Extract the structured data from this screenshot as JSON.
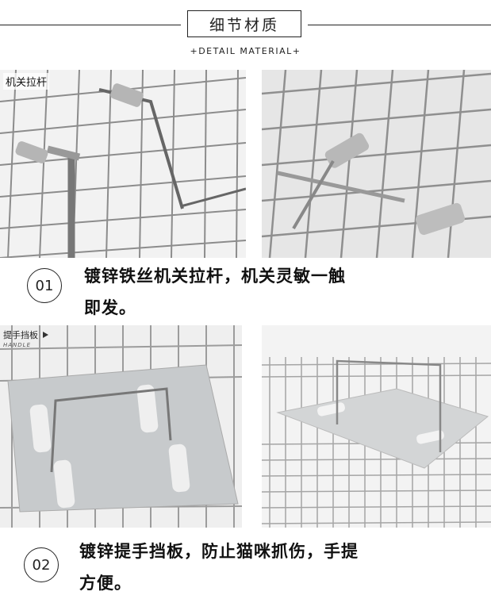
{
  "header": {
    "title": "细节材质",
    "subtitle": "+DETAIL MATERIAL+"
  },
  "section1": {
    "tag": "机关拉杆",
    "number": "01",
    "caption_line1": "镀锌铁丝机关拉杆，机关灵敏一触",
    "caption_line2": "即发。"
  },
  "section2": {
    "tag_cn": "提手挡板",
    "tag_en": "HANDLE",
    "number": "02",
    "caption_line1": "镀锌提手挡板，防止猫咪抓伤，手提",
    "caption_line2": "方便。"
  },
  "colors": {
    "wire": "#9a9a9a",
    "plate": "#c9ccce",
    "background": "#ffffff"
  }
}
